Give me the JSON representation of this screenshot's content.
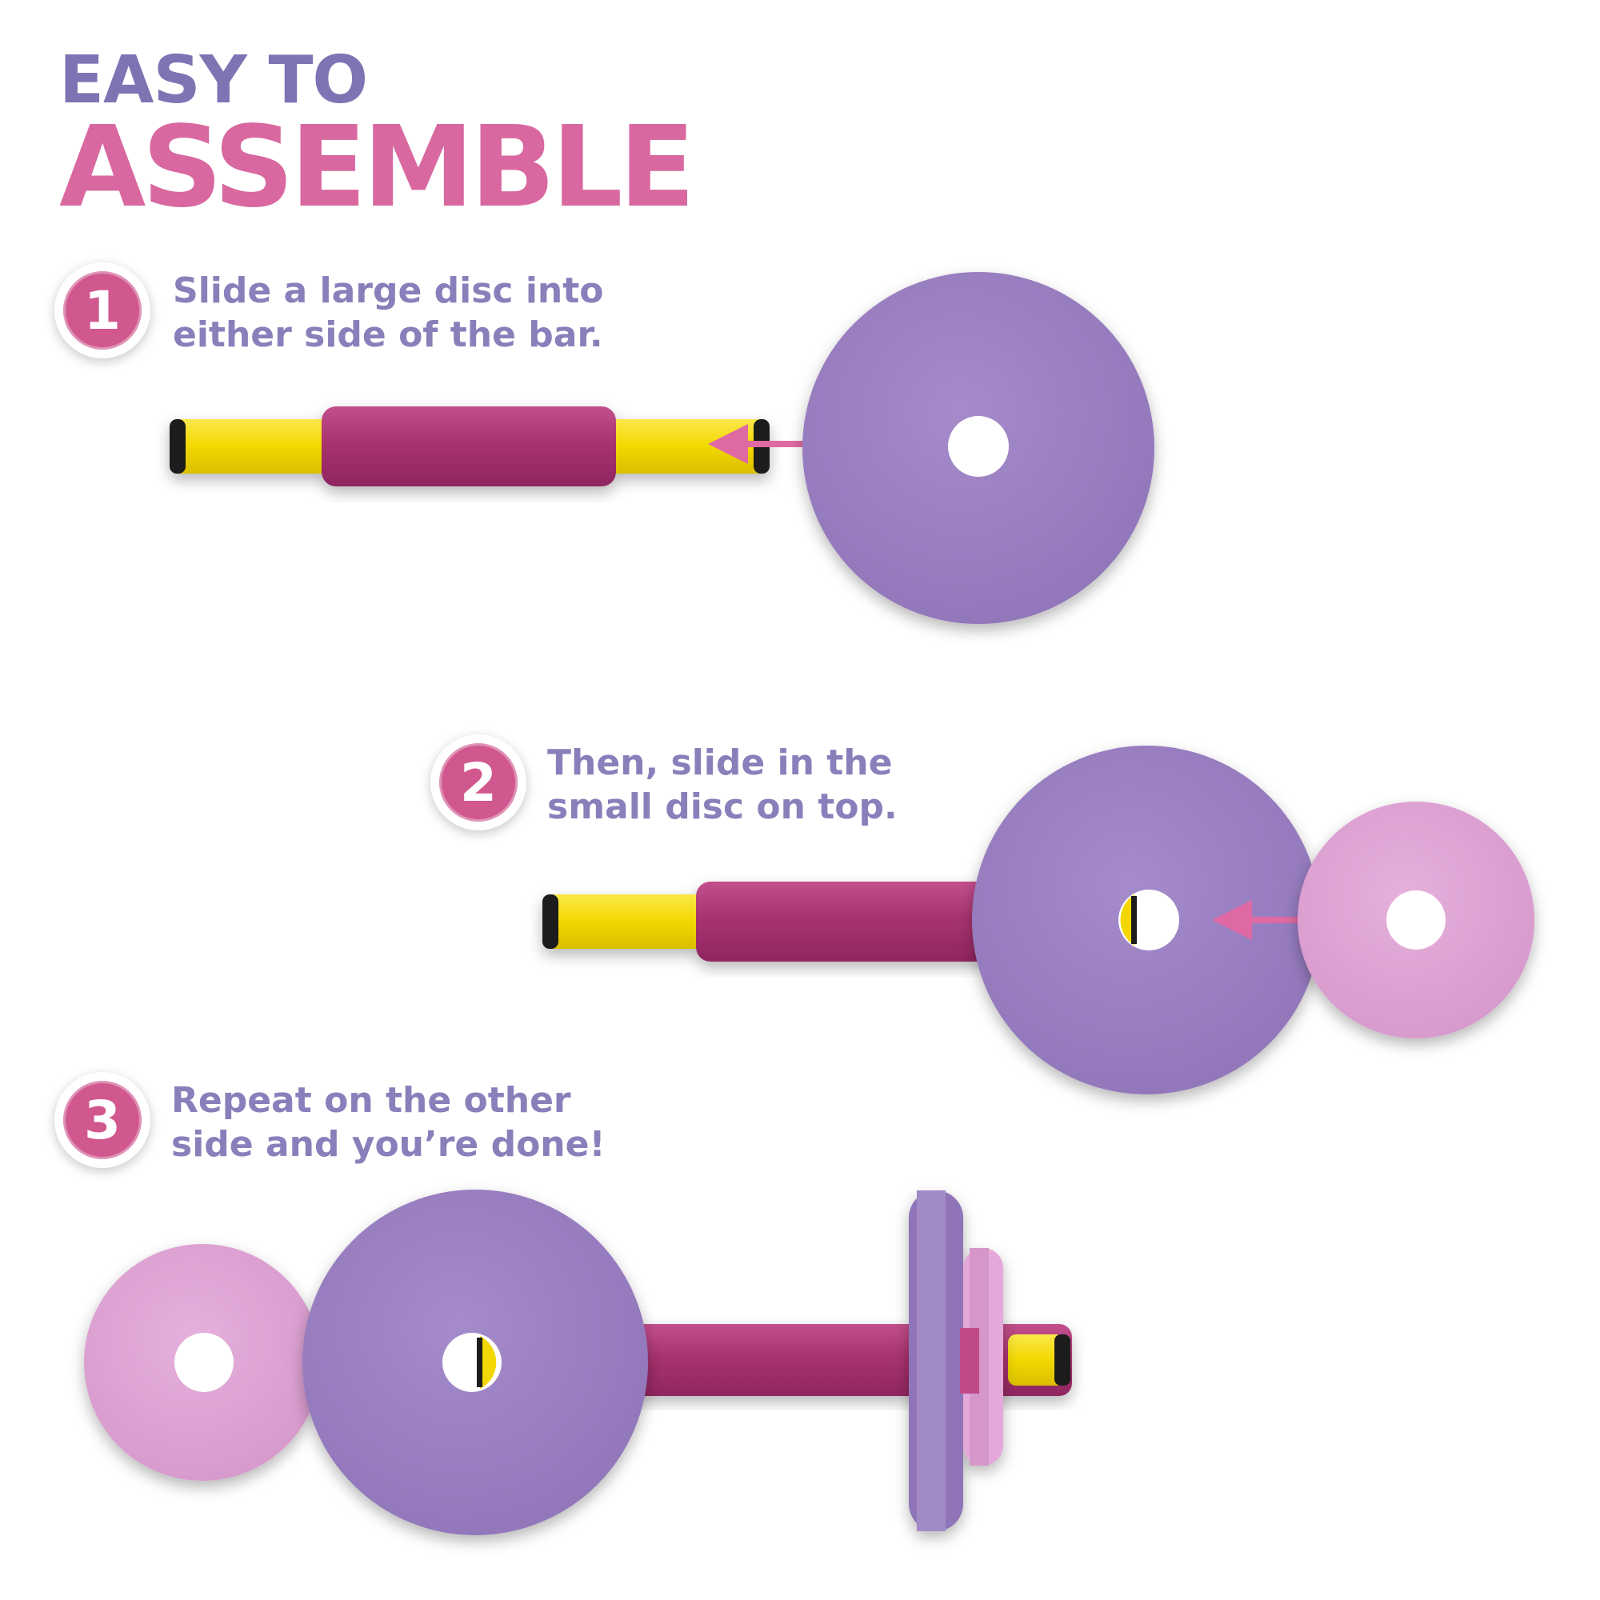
{
  "headline": {
    "line1": "EASY TO",
    "line2": "ASSEMBLE"
  },
  "colors": {
    "headline_line1": "#7f73b3",
    "headline_line2": "#d8689f",
    "step_text": "#8a7fba",
    "badge": "#d0588f",
    "arrow": "#df6aa3",
    "large_disc": "#9a7fc0",
    "small_disc": "#e0a5d6",
    "handle": "#b03b75",
    "bar": "#f2d800",
    "cap": "#1d1d1d"
  },
  "steps": [
    {
      "number": "1",
      "text": "Slide a large disc into\neither side of the bar."
    },
    {
      "number": "2",
      "text": "Then, slide in the\nsmall disc on top."
    },
    {
      "number": "3",
      "text": "Repeat on the other\nside and you’re done!"
    }
  ],
  "icons": {
    "arrow": "arrow-icon"
  }
}
